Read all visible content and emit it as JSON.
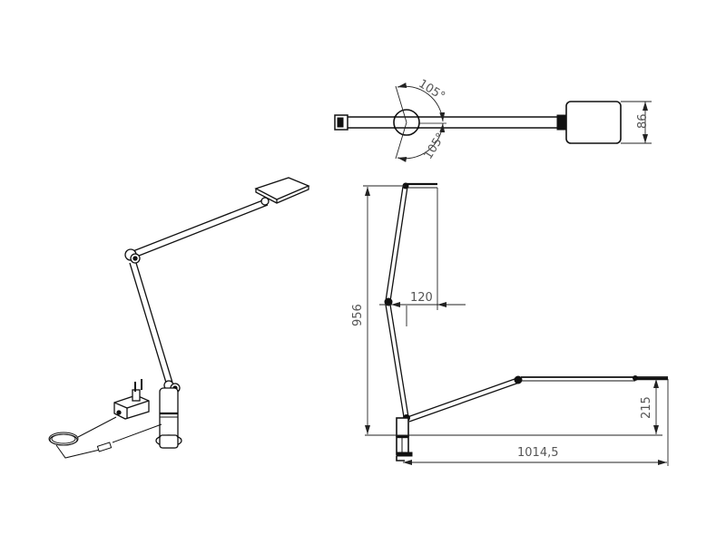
{
  "drawing": {
    "subject": "Desk lamp with clamp mount",
    "views": {
      "perspective": {
        "label": ""
      },
      "top": {
        "rotation_angle_upper": "105°",
        "rotation_angle_lower": "105°",
        "head_width": "86"
      },
      "side": {
        "total_height": "956",
        "head_offset": "120",
        "arm_height": "215",
        "total_reach": "1014,5"
      }
    },
    "colors": {
      "line": "#111111",
      "dimension_line": "#222222",
      "dimension_text": "#555555",
      "background": "#ffffff"
    }
  }
}
